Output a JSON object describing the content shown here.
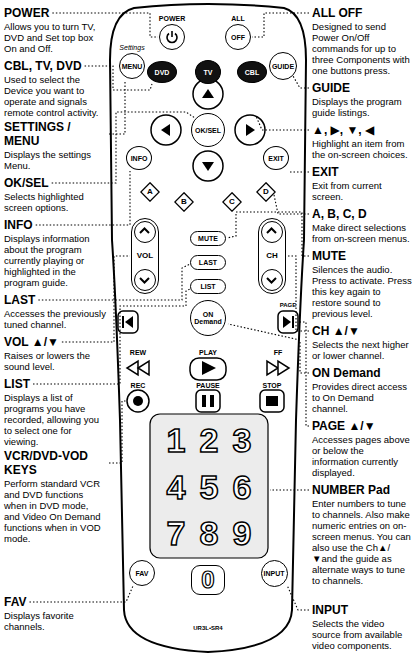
{
  "diagram": {
    "nodes": [
      {
        "text": [
          "POWER"
        ]
      },
      {
        "text": [
          "ALL",
          "OFF"
        ]
      },
      {
        "text": [
          "DVD"
        ]
      },
      {
        "text": [
          "TV"
        ]
      },
      {
        "text": [
          "CBL"
        ]
      },
      {
        "text": [
          "Settings",
          "MENU"
        ]
      },
      {
        "text": [
          "GUIDE"
        ]
      },
      {
        "text": [
          "OK/SEL"
        ]
      },
      {
        "text": [
          "INFO"
        ]
      },
      {
        "text": [
          "EXIT"
        ]
      },
      {
        "text": [
          "A"
        ]
      },
      {
        "text": [
          "B"
        ]
      },
      {
        "text": [
          "C"
        ]
      },
      {
        "text": [
          "D"
        ]
      },
      {
        "text": [
          "VOL"
        ]
      },
      {
        "text": [
          "MUTE"
        ]
      },
      {
        "text": [
          "CH"
        ]
      },
      {
        "text": [
          "LAST"
        ]
      },
      {
        "text": [
          "LIST"
        ]
      },
      {
        "text": [
          "ON Demand"
        ]
      },
      {
        "text": [
          "FAV"
        ]
      },
      {
        "text": [
          "0"
        ]
      },
      {
        "text": [
          "INPUT"
        ]
      }
    ],
    "labels": [
      "POWER",
      "Allows you to turn TV, DVD and Set top box On and Off.",
      "CBL, TV, DVD",
      "Used to select the Device you want to operate and signals remote control activity.",
      "SETTINGS / MENU",
      "Displays the settings Menu.",
      "OK/SEL",
      "Selects highlighted screen options.",
      "INFO",
      "Displays information about the program currently playing or highlighted in the program guide.",
      "LAST",
      "Accesses the previously tuned channel.",
      "VOL ▲/▼",
      "Raises or lowers the sound level.",
      "LIST",
      "Displays a list of programs you have recorded, allowing you to select one for viewing.",
      "VCR/DVD-VOD KEYS",
      "Perform standard VCR and DVD functions when in DVD mode, and Video On Demand functions when in VOD mode.",
      "FAV",
      "Displays favorite channels.",
      "ALL OFF",
      "Designed to send Power On/Off commands for up to three Components with one buttons press.",
      "GUIDE",
      "Displays the program guide listings.",
      "▲, ▶, ▼, ◀",
      "Highlight an item from the on-screen choices.",
      "EXIT",
      "Exit from current screen.",
      "A, B, C, D",
      "Make direct selections from on-screen menus.",
      "MUTE",
      "Silences the audio. Press to activate. Press this key again to restore sound to previous level.",
      "CH ▲/▼",
      "Selects the next higher or lower channel.",
      "ON Demand",
      "Provides direct access to On Demand channel.",
      "PAGE ▲/▼",
      "Accesses pages above or below the information currently displayed.",
      "NUMBER Pad",
      "Enter numbers to tune to channels. Also make numeric entries on on-screen menus. You can also use the Ch▲/▼and the guide as alternate ways to tune to channels.",
      "INPUT",
      "Selects the video source from available video components.",
      "REW",
      "PLAY",
      "FF",
      "PAGE",
      "REC",
      "PAUSE",
      "STOP",
      "1",
      "2",
      "3",
      "4",
      "5",
      "6",
      "7",
      "8",
      "9",
      "UR3L•SR4"
    ]
  }
}
